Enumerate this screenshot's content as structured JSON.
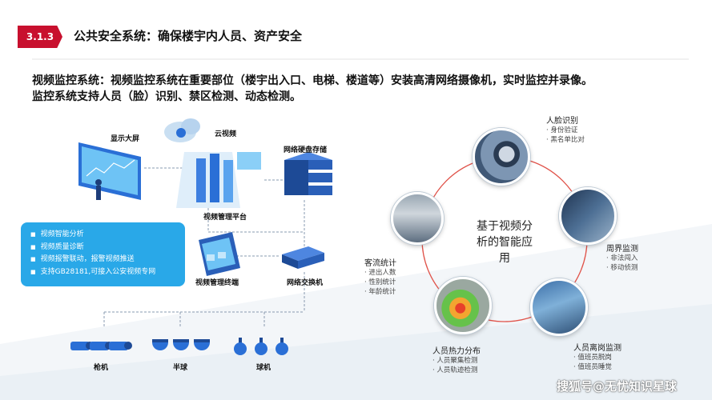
{
  "header": {
    "badge": "3.1.3",
    "title": "公共安全系统：确保楼宇内人员、资产安全"
  },
  "description": {
    "line1": "视频监控系统：视频监控系统在重要部位（楼宇出入口、电梯、楼道等）安装高清网络摄像机，实时监控并录像。",
    "line2": "监控系统支持人员（脸）识别、禁区检测、动态检测。"
  },
  "topology": {
    "display_screen": "显示大屏",
    "cloud_video": "云视频",
    "nvr": "网络硬盘存储",
    "vms_platform": "视频管理平台",
    "vms_terminal": "视频管理终端",
    "network_switch": "网络交换机",
    "bullet_camera": "枪机",
    "dome_camera": "半球",
    "ptz_camera": "球机"
  },
  "features": [
    "视频智能分析",
    "视频质量诊断",
    "视频报警联动，报警视频推送",
    "支持GB28181,可接入公安视频专网"
  ],
  "analysis": {
    "center_line1": "基于视频分",
    "center_line2": "析的智能应",
    "center_line3": "用",
    "face": {
      "title": "人脸识别",
      "items": [
        "· 身份验证",
        "· 黑名单比对"
      ]
    },
    "perimeter": {
      "title": "周界监测",
      "items": [
        "· 非法闯入",
        "· 移动侦测"
      ]
    },
    "post": {
      "title": "人员离岗监测",
      "items": [
        "· 值班员脱岗",
        "· 值班员睡觉"
      ]
    },
    "heatmap": {
      "title": "人员热力分布",
      "items": [
        "· 人员聚集检测",
        "· 人员轨迹检测"
      ]
    },
    "flow": {
      "title": "客流统计",
      "items": [
        "· 进出人数",
        "· 性别统计",
        "· 年龄统计"
      ]
    }
  },
  "colors": {
    "accent": "#c8102e",
    "info_box": "#29a8e8",
    "ring": "#e0534a"
  },
  "watermark": "搜狐号@无忧知识星球"
}
